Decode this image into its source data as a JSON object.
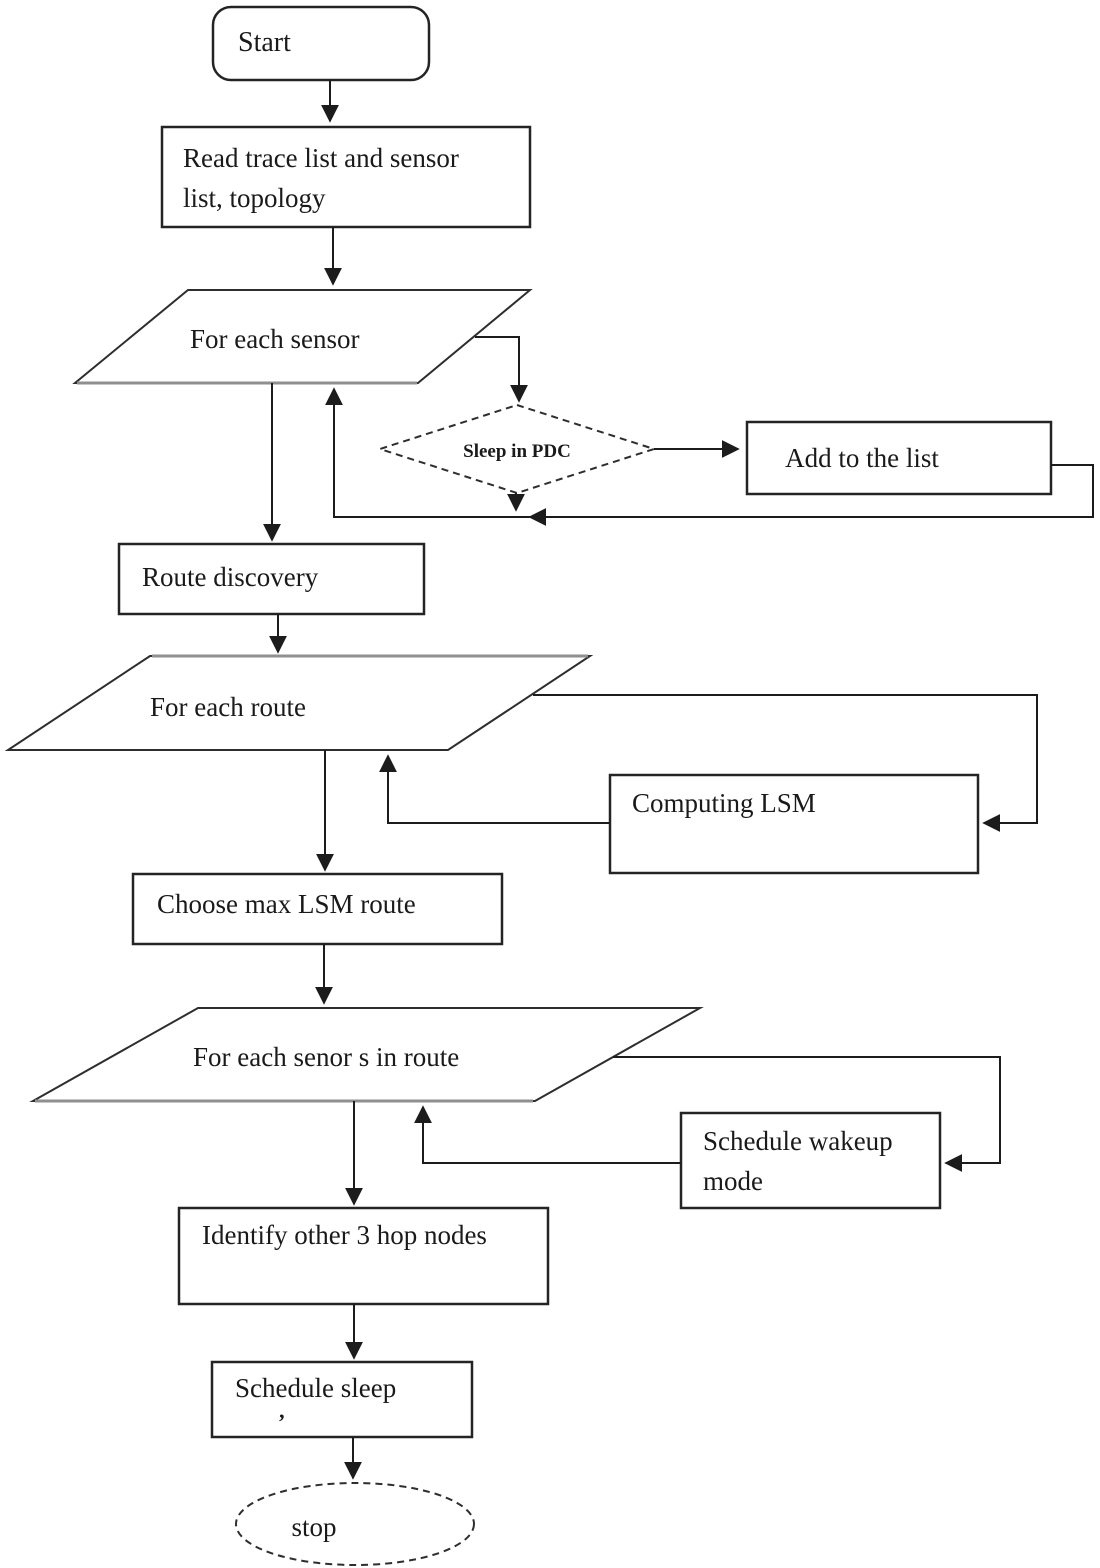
{
  "figure": {
    "kind": "flowchart",
    "background": "#ffffff",
    "line_color": "#1c1c1c",
    "accent_gray": "#8f8f8f"
  },
  "nodes": {
    "start": {
      "label": "Start",
      "shape": "terminator"
    },
    "read": {
      "line1": "Read trace list and sensor",
      "line2": "list, topology",
      "shape": "process"
    },
    "for_each_sensor": {
      "label": "For each sensor",
      "shape": "loop-parallelogram"
    },
    "sleep_in_pdc": {
      "label": "Sleep in PDC",
      "shape": "decision-dashed"
    },
    "add_to_list": {
      "label": "Add to the list",
      "shape": "process"
    },
    "route_discovery": {
      "label": "Route discovery",
      "shape": "process"
    },
    "for_each_route": {
      "label": "For each route",
      "shape": "loop-parallelogram"
    },
    "computing_lsm": {
      "label": "Computing LSM",
      "shape": "process"
    },
    "choose_max": {
      "label": "Choose max LSM route",
      "shape": "process"
    },
    "for_each_senor": {
      "label": "For each senor s in route",
      "shape": "loop-parallelogram"
    },
    "schedule_wakeup": {
      "line1": "Schedule wakeup",
      "line2": "mode",
      "shape": "process"
    },
    "identify_nodes": {
      "label": "Identify other 3 hop nodes",
      "shape": "process"
    },
    "schedule_sleep": {
      "line1": "Schedule sleep",
      "line2": "’",
      "shape": "process"
    },
    "stop": {
      "label": "stop",
      "shape": "terminator-ellipse-dashed"
    }
  },
  "edges": [
    "start -> read",
    "read -> for_each_sensor",
    "for_each_sensor -> sleep_in_pdc",
    "sleep_in_pdc -> add_to_list",
    "add_to_list -> for_each_sensor",
    "sleep_in_pdc -> for_each_sensor",
    "for_each_sensor -> route_discovery",
    "route_discovery -> for_each_route",
    "for_each_route -> computing_lsm",
    "computing_lsm -> for_each_route",
    "for_each_route -> choose_max",
    "choose_max -> for_each_senor",
    "for_each_senor -> schedule_wakeup",
    "schedule_wakeup -> for_each_senor",
    "for_each_senor -> identify_nodes",
    "identify_nodes -> schedule_sleep",
    "schedule_sleep -> stop"
  ]
}
